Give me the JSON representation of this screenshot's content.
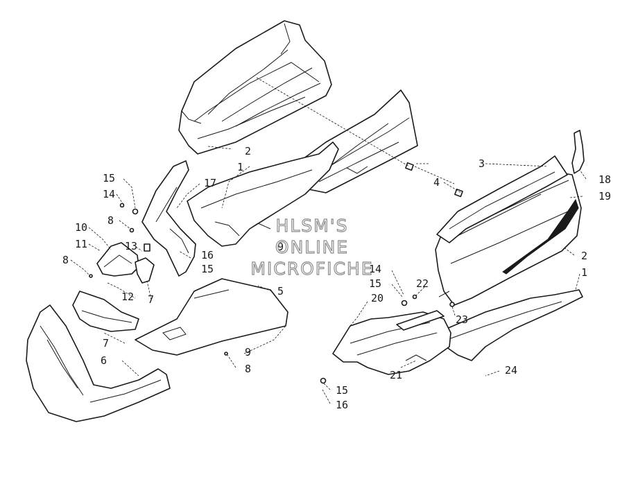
{
  "watermark": {
    "line1": "HLSM'S",
    "line2": "ONLINE",
    "line3": "MICROFICHE"
  },
  "callouts": [
    {
      "id": "c1a",
      "text": "1"
    },
    {
      "id": "c1b",
      "text": "1"
    },
    {
      "id": "c2a",
      "text": "2"
    },
    {
      "id": "c2b",
      "text": "2"
    },
    {
      "id": "c3",
      "text": "3"
    },
    {
      "id": "c4",
      "text": "4"
    },
    {
      "id": "c5",
      "text": "5"
    },
    {
      "id": "c6",
      "text": "6"
    },
    {
      "id": "c7a",
      "text": "7"
    },
    {
      "id": "c7b",
      "text": "7"
    },
    {
      "id": "c8a",
      "text": "8"
    },
    {
      "id": "c8b",
      "text": "8"
    },
    {
      "id": "c8c",
      "text": "8"
    },
    {
      "id": "c9a",
      "text": "9"
    },
    {
      "id": "c9b",
      "text": "9"
    },
    {
      "id": "c10",
      "text": "10"
    },
    {
      "id": "c11",
      "text": "11"
    },
    {
      "id": "c12",
      "text": "12"
    },
    {
      "id": "c13",
      "text": "13"
    },
    {
      "id": "c14a",
      "text": "14"
    },
    {
      "id": "c14b",
      "text": "14"
    },
    {
      "id": "c15a",
      "text": "15"
    },
    {
      "id": "c15b",
      "text": "15"
    },
    {
      "id": "c15c",
      "text": "15"
    },
    {
      "id": "c15d",
      "text": "15"
    },
    {
      "id": "c16a",
      "text": "16"
    },
    {
      "id": "c16b",
      "text": "16"
    },
    {
      "id": "c17",
      "text": "17"
    },
    {
      "id": "c18",
      "text": "18"
    },
    {
      "id": "c19",
      "text": "19"
    },
    {
      "id": "c20",
      "text": "20"
    },
    {
      "id": "c21",
      "text": "21"
    },
    {
      "id": "c22",
      "text": "22"
    },
    {
      "id": "c23",
      "text": "23"
    },
    {
      "id": "c24",
      "text": "24"
    }
  ]
}
